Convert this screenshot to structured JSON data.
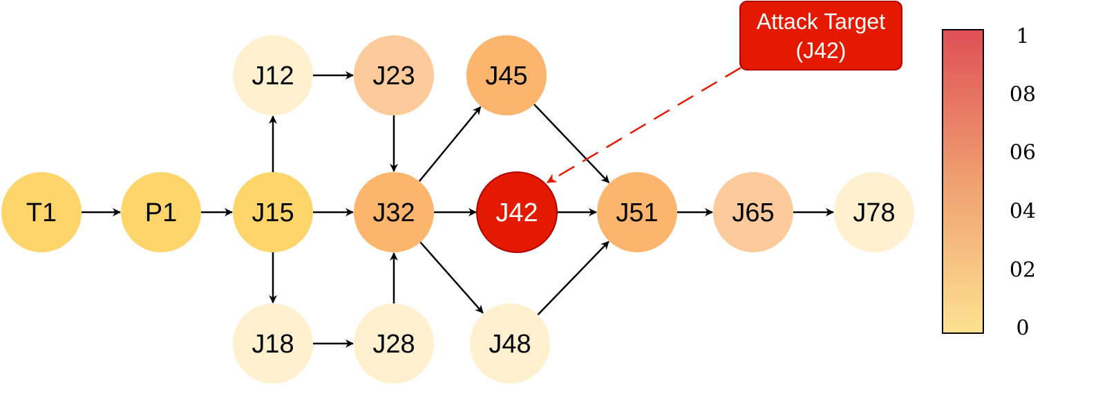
{
  "nodes": [
    {
      "id": "T1",
      "label": "T1",
      "fill": "#FDD56A"
    },
    {
      "id": "P1",
      "label": "P1",
      "fill": "#FDD56A"
    },
    {
      "id": "J15",
      "label": "J15",
      "fill": "#FDD56A"
    },
    {
      "id": "J12",
      "label": "J12",
      "fill": "#FFF1D0"
    },
    {
      "id": "J23",
      "label": "J23",
      "fill": "#FDCB9B"
    },
    {
      "id": "J18",
      "label": "J18",
      "fill": "#FFF1D0"
    },
    {
      "id": "J28",
      "label": "J28",
      "fill": "#FFF1D0"
    },
    {
      "id": "J32",
      "label": "J32",
      "fill": "#FCB56C"
    },
    {
      "id": "J45",
      "label": "J45",
      "fill": "#FCB56C"
    },
    {
      "id": "J42",
      "label": "J42",
      "fill": "#E31A00",
      "text_color": "#ffffff",
      "stroke": "#B30000"
    },
    {
      "id": "J48",
      "label": "J48",
      "fill": "#FFF1D0"
    },
    {
      "id": "J51",
      "label": "J51",
      "fill": "#FCB56C"
    },
    {
      "id": "J65",
      "label": "J65",
      "fill": "#FDCB9B"
    },
    {
      "id": "J78",
      "label": "J78",
      "fill": "#FFF1D0"
    }
  ],
  "edges": [
    [
      "T1",
      "P1"
    ],
    [
      "P1",
      "J15"
    ],
    [
      "J15",
      "J12"
    ],
    [
      "J15",
      "J18"
    ],
    [
      "J15",
      "J32"
    ],
    [
      "J12",
      "J23"
    ],
    [
      "J23",
      "J32"
    ],
    [
      "J18",
      "J28"
    ],
    [
      "J28",
      "J32"
    ],
    [
      "J32",
      "J45"
    ],
    [
      "J32",
      "J42"
    ],
    [
      "J32",
      "J48"
    ],
    [
      "J45",
      "J51"
    ],
    [
      "J42",
      "J51"
    ],
    [
      "J48",
      "J51"
    ],
    [
      "J51",
      "J65"
    ],
    [
      "J65",
      "J78"
    ]
  ],
  "callout": {
    "line1": "Attack Target",
    "line2": "(J42)",
    "fill": "#E31A00",
    "stroke": "#B30000",
    "target": "J42"
  },
  "colorbar": {
    "ticks": [
      "1",
      "08",
      "06",
      "04",
      "02",
      "0"
    ],
    "color_top": "#DF5055",
    "color_mid": "#EFA070",
    "color_bottom": "#FDE291"
  }
}
